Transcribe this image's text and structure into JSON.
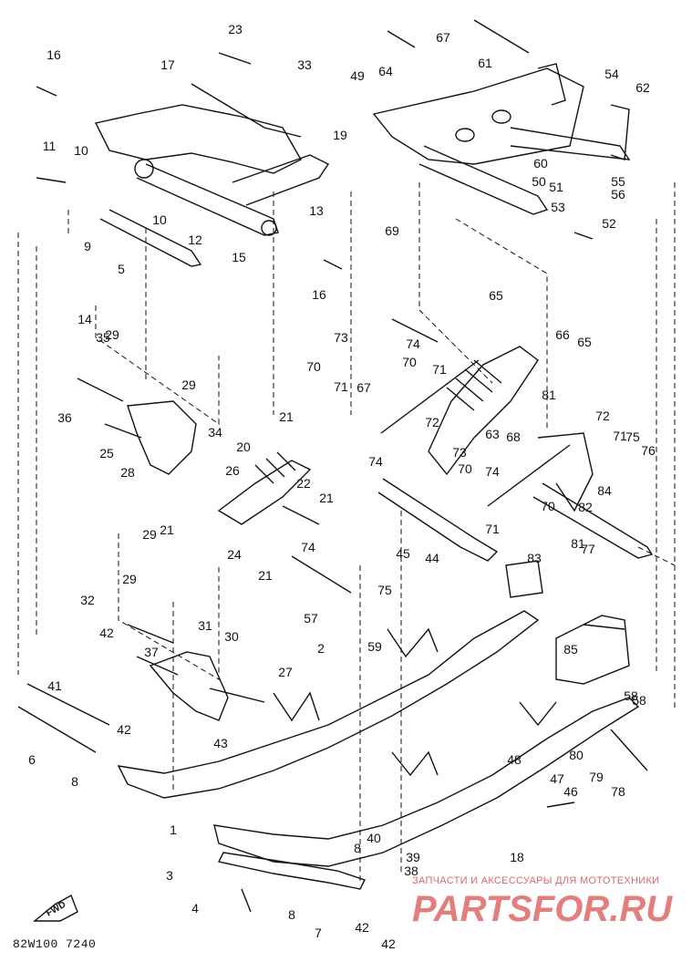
{
  "drawing_code": "82W100 7240",
  "watermark": {
    "tagline": "ЗАПЧАСТИ И АКСЕССУАРЫ ДЛЯ МОТОТЕХНИКИ",
    "logo_text": "PARTSFOR.RU",
    "color": "#d9534f"
  },
  "fwd_label": "FWD",
  "callouts": [
    "1",
    "2",
    "3",
    "4",
    "5",
    "6",
    "7",
    "8",
    "8",
    "8",
    "9",
    "10",
    "10",
    "11",
    "12",
    "13",
    "14",
    "15",
    "16",
    "16",
    "17",
    "18",
    "19",
    "20",
    "21",
    "21",
    "21",
    "21",
    "22",
    "23",
    "24",
    "25",
    "26",
    "27",
    "28",
    "29",
    "29",
    "29",
    "29",
    "30",
    "31",
    "32",
    "33",
    "34",
    "35",
    "36",
    "37",
    "38",
    "39",
    "40",
    "41",
    "42",
    "42",
    "42",
    "42",
    "43",
    "44",
    "45",
    "46",
    "47",
    "48",
    "49",
    "50",
    "51",
    "52",
    "53",
    "54",
    "55",
    "56",
    "57",
    "58",
    "58",
    "59",
    "60",
    "61",
    "62",
    "63",
    "64",
    "65",
    "65",
    "66",
    "67",
    "67",
    "68",
    "69",
    "70",
    "70",
    "70",
    "70",
    "71",
    "71",
    "71",
    "71",
    "72",
    "72",
    "73",
    "73",
    "74",
    "74",
    "74",
    "74",
    "75",
    "75",
    "76",
    "77",
    "78",
    "79",
    "80",
    "81",
    "81",
    "82",
    "83",
    "84",
    "85"
  ]
}
